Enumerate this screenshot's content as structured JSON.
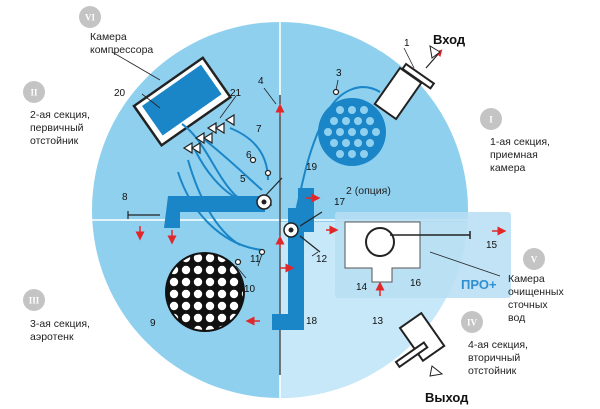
{
  "badges": {
    "i": "I",
    "ii": "II",
    "iii": "III",
    "iv": "IV",
    "v": "V",
    "vi": "VI"
  },
  "labels": {
    "compressor": [
      "Камера",
      "компрессора"
    ],
    "section2": [
      "2-ая секция,",
      "первичный",
      "отстойник"
    ],
    "section1": [
      "1-ая секция,",
      "приемная",
      "камера"
    ],
    "section5": [
      "Камера",
      "очищенных",
      "сточных",
      "вод"
    ],
    "section3": [
      "3-ая секция,",
      "аэротенк"
    ],
    "section4": [
      "4-ая секция,",
      "вторичный",
      "отстойник"
    ],
    "inlet": "Вход",
    "outlet": "Выход",
    "pro": "ПРО+",
    "option": "2 (опция)"
  },
  "callouts": {
    "n1": "1",
    "n3": "3",
    "n4": "4",
    "n5": "5",
    "n6": "6",
    "n7": "7",
    "n8": "8",
    "n9": "9",
    "n10": "10",
    "n11": "11",
    "n12": "12",
    "n13": "13",
    "n14": "14",
    "n15": "15",
    "n16": "16",
    "n17": "17",
    "n18": "18",
    "n19": "19",
    "n20": "20",
    "n21": "21"
  },
  "colors": {
    "tank": "#8fd0ef",
    "secondary_settler": "#c6e8f8",
    "equipment": "#1a86c8",
    "flow_arrow": "#e0282b",
    "badge": "#c4c4c4"
  }
}
